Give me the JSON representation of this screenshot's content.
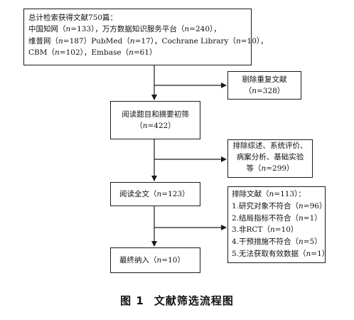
{
  "boxes": {
    "search": {
      "lines": [
        "总计检索获得文献750篇：",
        "中国知网（n=133），万方数据知识服务平台（n=240），",
        "维普网（n=187）PubMed（n=17），Cochrane Library（n=10），",
        "CBM（n=102），Embase（n=61）"
      ]
    },
    "remove_dup": {
      "lines": [
        "剔除重复文献",
        "（n=328）"
      ]
    },
    "title_abstract": {
      "lines": [
        "阅读题目和摘要初筛",
        "（n=422）"
      ]
    },
    "exclude_reviews": {
      "lines": [
        "排除综述、系统评价、",
        "病案分析、基础实验",
        "等（n=299）"
      ]
    },
    "full_text": {
      "lines": [
        "阅读全文（n=123）"
      ]
    },
    "exclude_full": {
      "lines": [
        "排除文献（n=113）：",
        "1.研究对象不符合（n=96）",
        "2.结局指标不符合（n=1）",
        "3.非RCT（n=10）",
        "4.干预措施不符合（n=5）",
        "5.无法获取有效数据（n=1）"
      ]
    },
    "final": {
      "lines": [
        "最终纳入（n=10）"
      ]
    }
  },
  "caption": {
    "figure_label": "图 1",
    "title": "文献筛选流程图"
  }
}
